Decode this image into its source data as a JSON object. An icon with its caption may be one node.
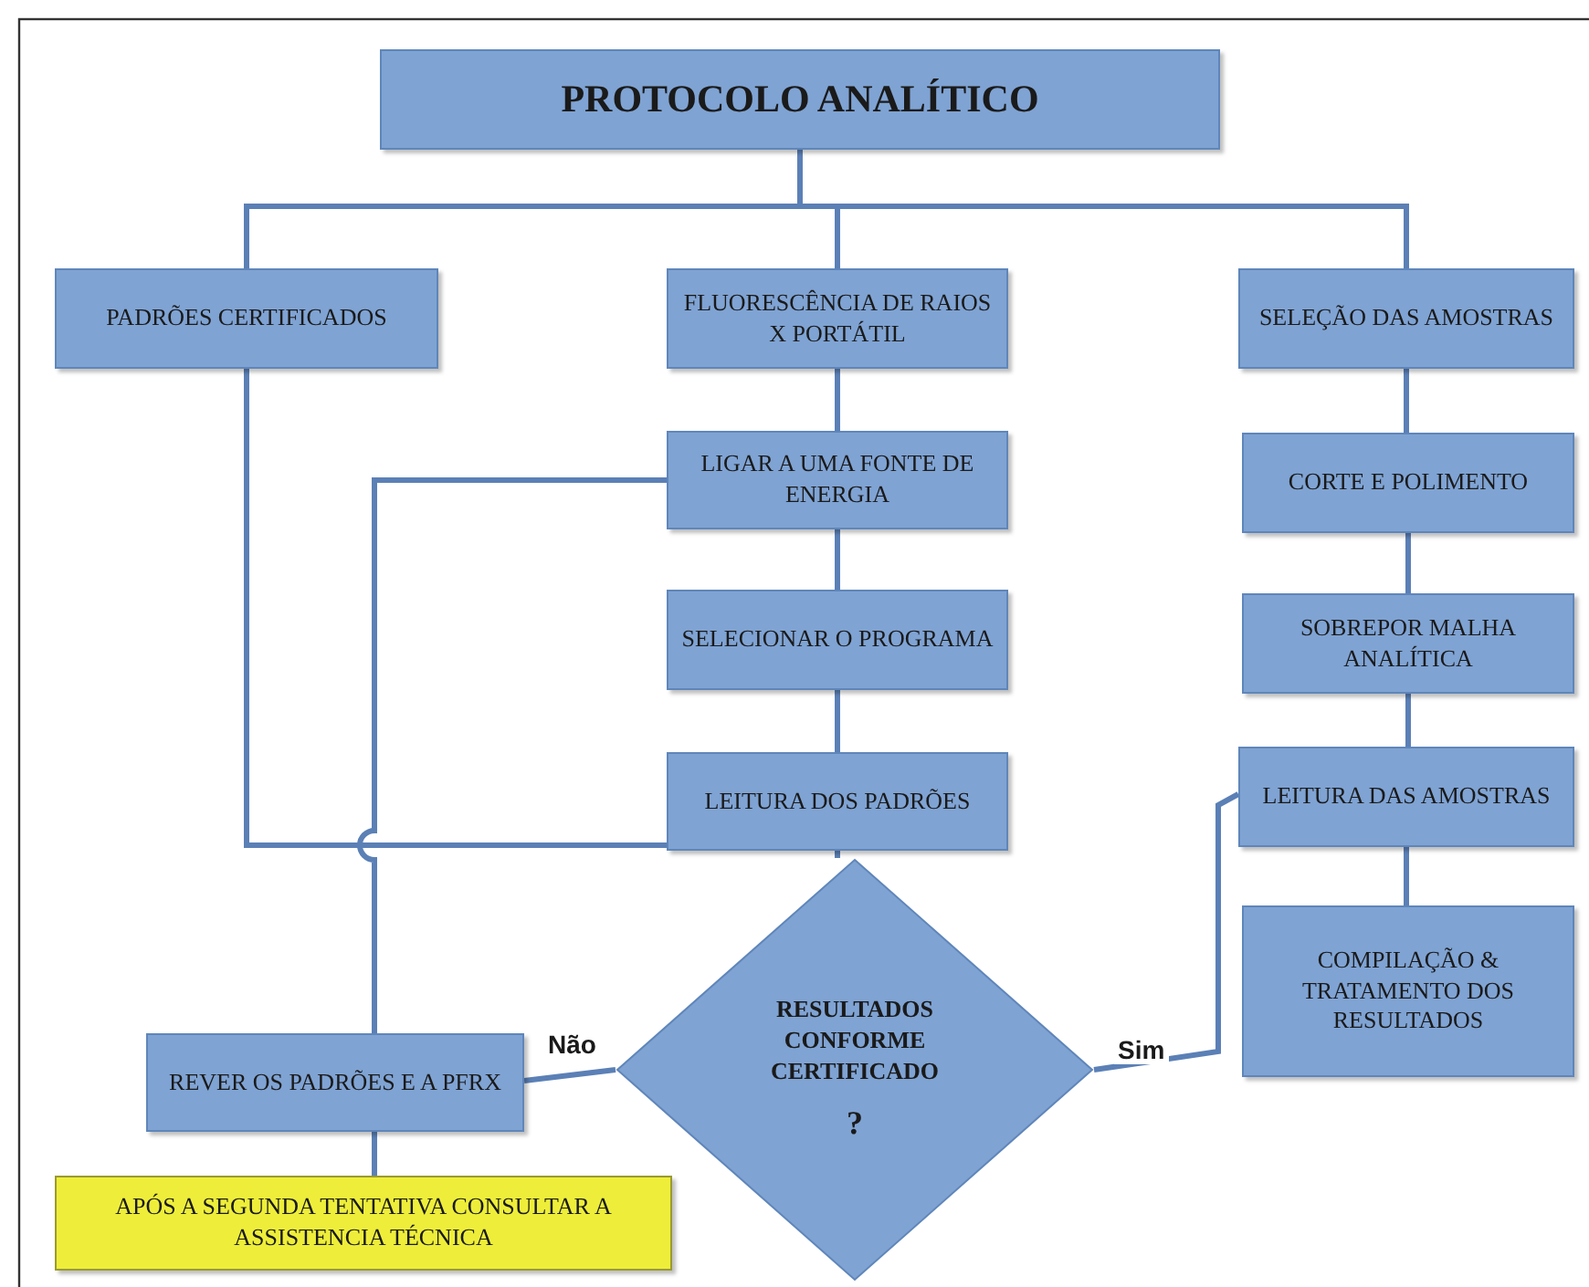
{
  "diagram": {
    "nodes": [
      {
        "text": [
          "PROTOCOLO ANALÍTICO"
        ]
      },
      {
        "text": [
          "PADRÕES CERTIFICADOS"
        ]
      },
      {
        "text": [
          "FLUORESCÊNCIA DE RAIOS X PORTÁTIL"
        ]
      },
      {
        "text": [
          "SELEÇÃO DAS AMOSTRAS"
        ]
      },
      {
        "text": [
          "LIGAR A UMA FONTE DE ENERGIA"
        ]
      },
      {
        "text": [
          "CORTE E POLIMENTO"
        ]
      },
      {
        "text": [
          "SELECIONAR O PROGRAMA"
        ]
      },
      {
        "text": [
          "SOBREPOR MALHA ANALÍTICA"
        ]
      },
      {
        "text": [
          "LEITURA DOS PADRÕES"
        ]
      },
      {
        "text": [
          "LEITURA DAS AMOSTRAS"
        ]
      },
      {
        "text": [
          "RESULTADOS CONFORME CERTIFICADO",
          "?"
        ]
      },
      {
        "text": [
          "COMPILAÇÃO & TRATAMENTO DOS RESULTADOS"
        ]
      },
      {
        "text": [
          "REVER OS PADRÕES E A PFRX"
        ]
      },
      {
        "text": [
          "APÓS A SEGUNDA TENTATIVA CONSULTAR A ASSISTENCIA TÉCNICA"
        ]
      }
    ],
    "edges": [
      {
        "from": 0,
        "to": 1,
        "arrow": "none"
      },
      {
        "from": 0,
        "to": 2,
        "arrow": "none"
      },
      {
        "from": 0,
        "to": 3,
        "arrow": "none"
      },
      {
        "from": 1,
        "to": 8,
        "arrow": "none"
      },
      {
        "from": 2,
        "to": 4,
        "arrow": "none"
      },
      {
        "from": 4,
        "to": 6,
        "arrow": "none"
      },
      {
        "from": 6,
        "to": 8,
        "arrow": "none"
      },
      {
        "from": 8,
        "to": 10,
        "arrow": "none"
      },
      {
        "from": 3,
        "to": 5,
        "arrow": "none"
      },
      {
        "from": 5,
        "to": 7,
        "arrow": "none"
      },
      {
        "from": 7,
        "to": 9,
        "arrow": "none"
      },
      {
        "from": 9,
        "to": 11,
        "arrow": "none"
      },
      {
        "from": 10,
        "to": 12,
        "label": "Não",
        "arrow": "none"
      },
      {
        "from": 10,
        "to": 9,
        "label": "Sim",
        "arrow": "none"
      },
      {
        "from": 12,
        "to": 4,
        "arrow": "none"
      },
      {
        "from": 12,
        "to": 13,
        "arrow": "none"
      }
    ]
  }
}
